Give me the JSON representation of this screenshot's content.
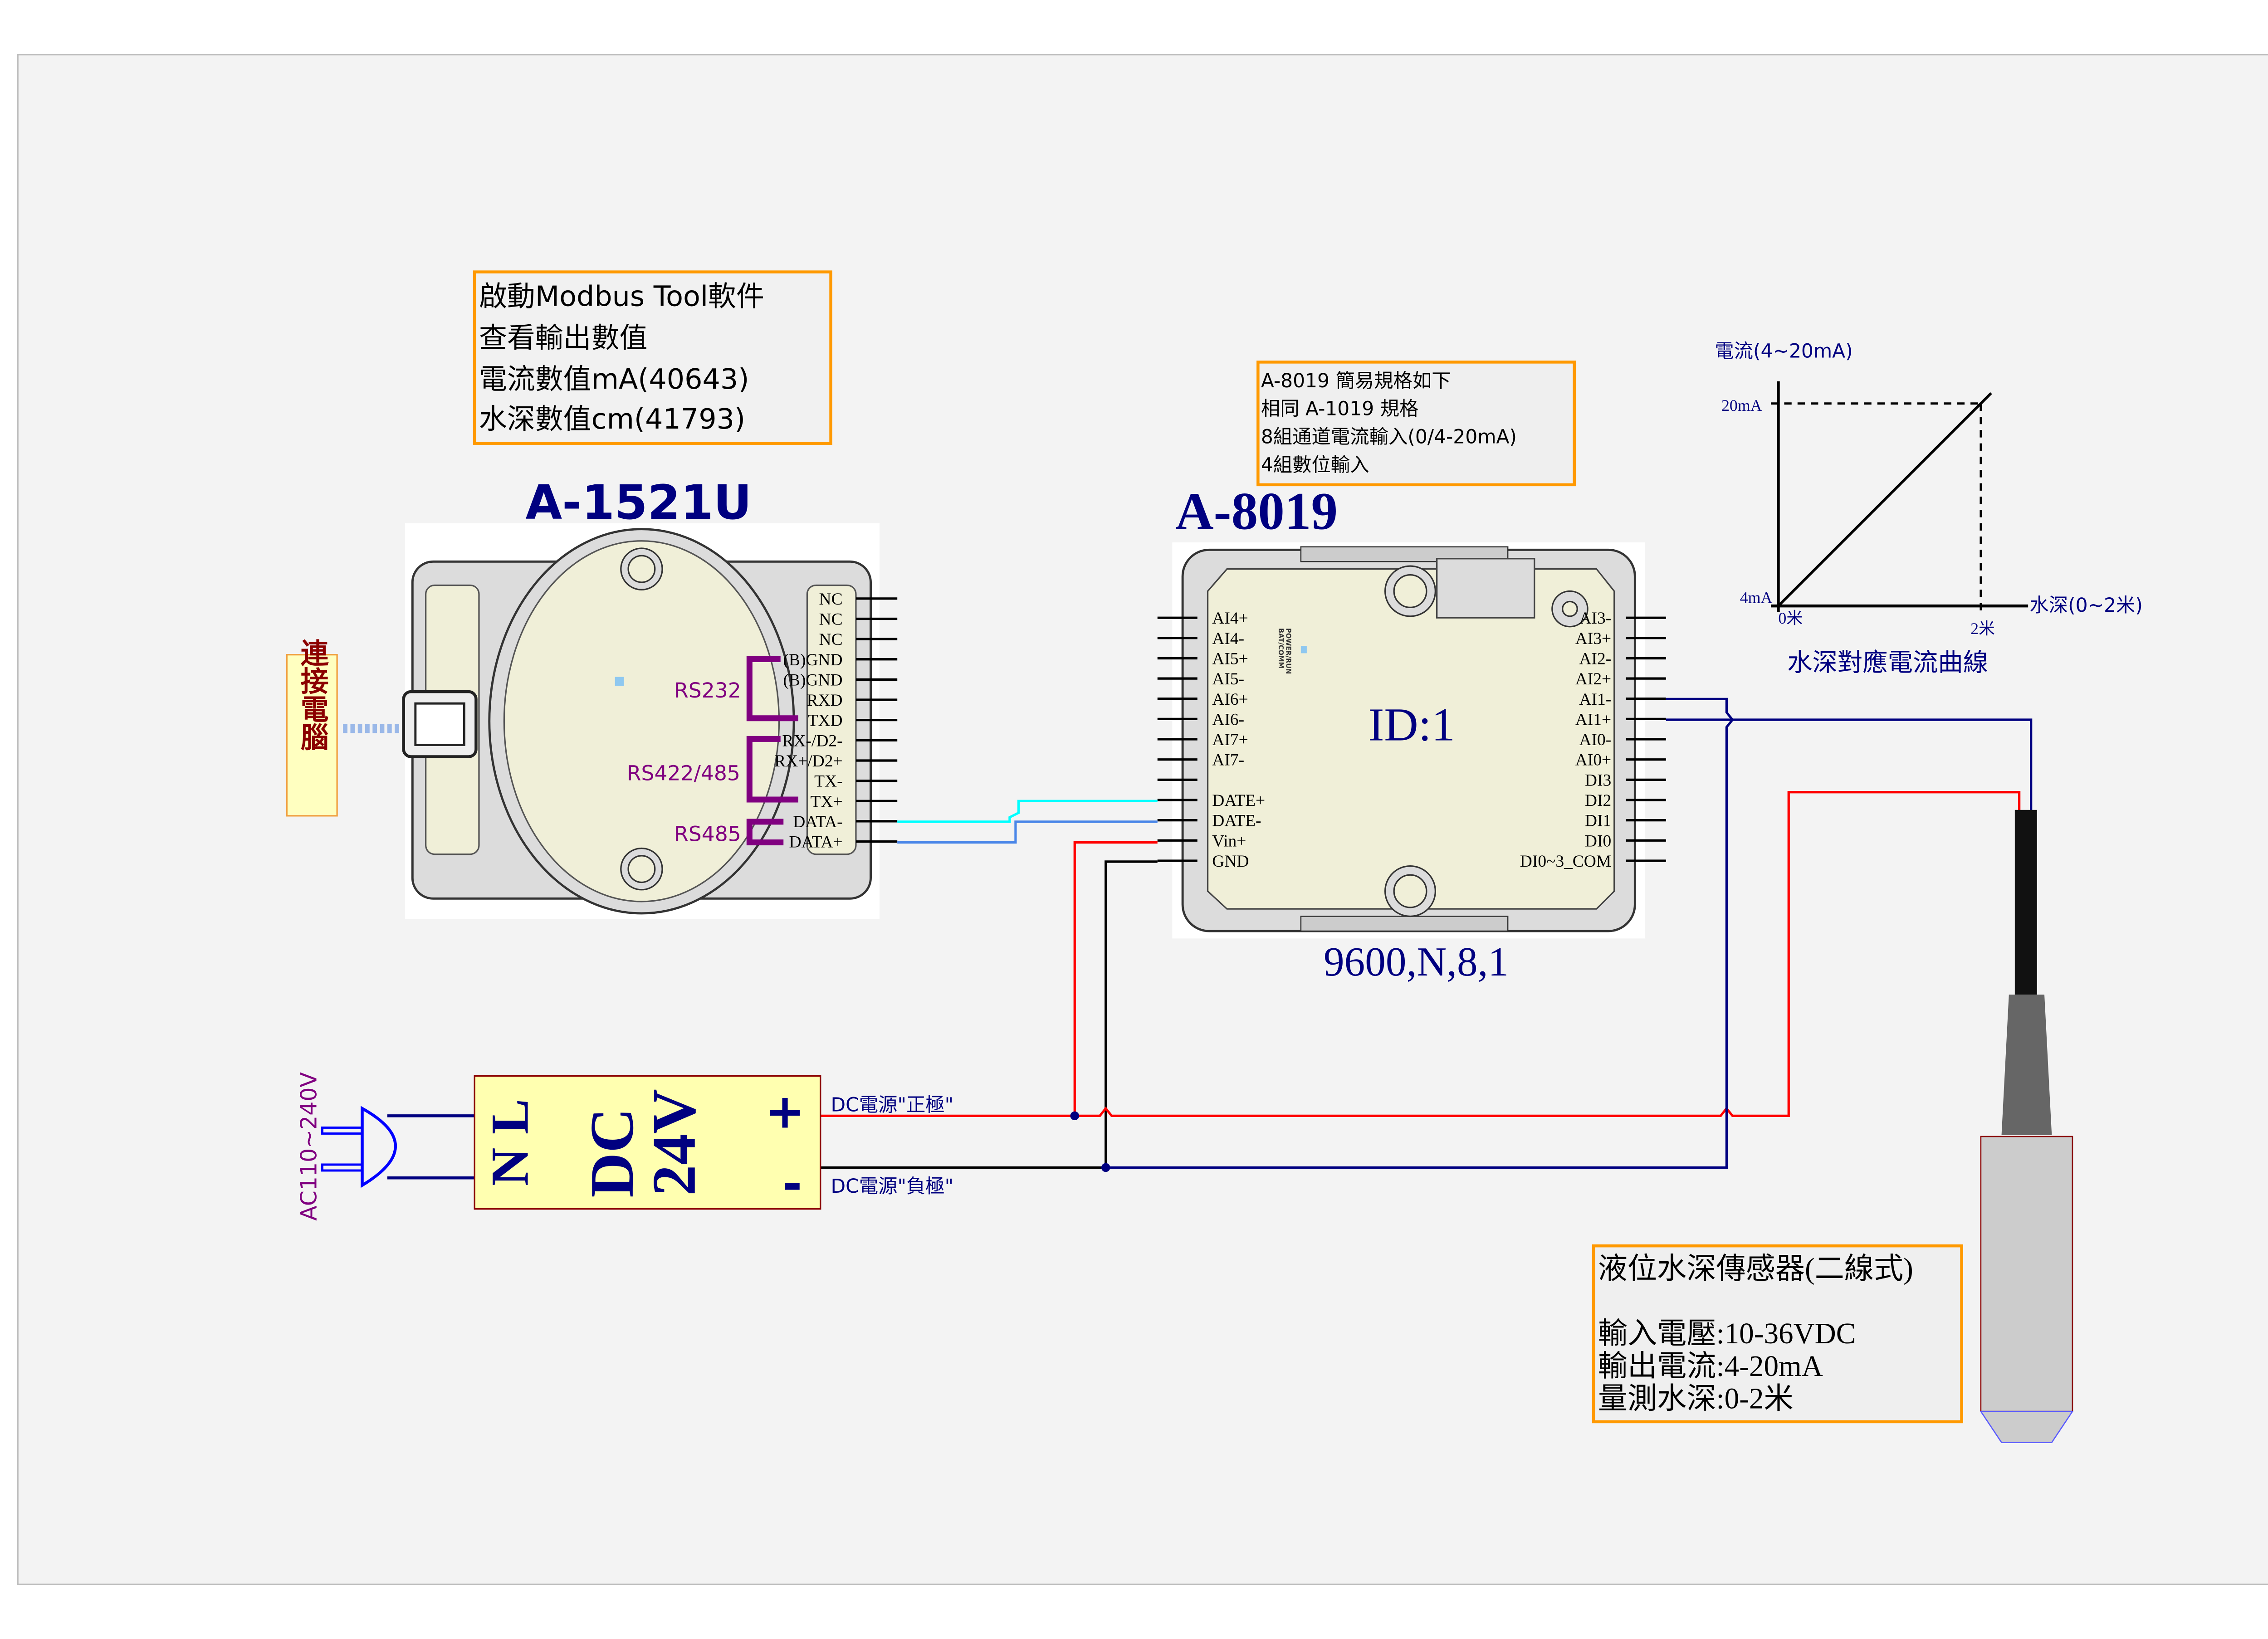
{
  "colors": {
    "title_blue": "#000080",
    "orange_border": "#ff9900",
    "purple": "#800080",
    "red_wire": "#ff0000",
    "navy_wire": "#000080",
    "cyan_wire": "#00ffff",
    "psu_fill": "#ffffb0",
    "cream": "#f0efd8"
  },
  "note_modbus": {
    "lines": [
      "啟動Modbus Tool軟件",
      "查看輸出數值",
      "電流數值mA(40643)",
      "水深數值cm(41793)"
    ]
  },
  "a1521u": {
    "title": "A-1521U",
    "pins": [
      "NC",
      "NC",
      "NC",
      "(B)GND",
      "(B)GND",
      "RXD",
      "TXD",
      "RX-/D2-",
      "RX+/D2+",
      "TX-",
      "TX+",
      "DATA-",
      "DATA+"
    ],
    "groups": [
      "RS232",
      "RS422/485",
      "RS485"
    ],
    "pc_label": "連接電腦"
  },
  "spec_note": {
    "lines": [
      "A-8019 簡易規格如下",
      "相同 A-1019 規格",
      "8組通道電流輸入(0/4-20mA)",
      "4組數位輸入"
    ]
  },
  "a8019": {
    "title": "A-8019",
    "id_label": "ID:1",
    "comm": "9600,N,8,1",
    "led_labels": [
      "POWER/RUN",
      "BAT/COMM"
    ],
    "left_pins": [
      "AI4+",
      "AI4-",
      "AI5+",
      "AI5-",
      "AI6+",
      "AI6-",
      "AI7+",
      "AI7-",
      "",
      "DATE+",
      "DATE-",
      "Vin+",
      "GND"
    ],
    "right_pins": [
      "AI3-",
      "AI3+",
      "AI2-",
      "AI2+",
      "AI1-",
      "AI1+",
      "AI0-",
      "AI0+",
      "DI3",
      "DI2",
      "DI1",
      "DI0",
      "DI0~3_COM"
    ]
  },
  "chart_data": {
    "type": "line",
    "title": "水深對應電流曲線",
    "xlabel": "水深(0~2米)",
    "ylabel": "電流(4~20mA)",
    "x_ticks": [
      "0米",
      "2米"
    ],
    "y_ticks": [
      "4mA",
      "20mA"
    ],
    "x": [
      0,
      2
    ],
    "y": [
      4,
      20
    ],
    "xlim": [
      0,
      2
    ],
    "ylim": [
      4,
      20
    ],
    "grid": false
  },
  "power": {
    "ac_label": "AC110~240V",
    "nl_label": "N L",
    "dc_label": "DC",
    "v_label": "24V",
    "plus": "+",
    "minus": "-",
    "pos_label": "DC電源\"正極\"",
    "neg_label": "DC電源\"負極\""
  },
  "sensor_note": {
    "title": "液位水深傳感器(二線式)",
    "lines": [
      "輸入電壓:10-36VDC",
      "輸出電流:4-20mA",
      "量測水深:0-2米"
    ]
  }
}
